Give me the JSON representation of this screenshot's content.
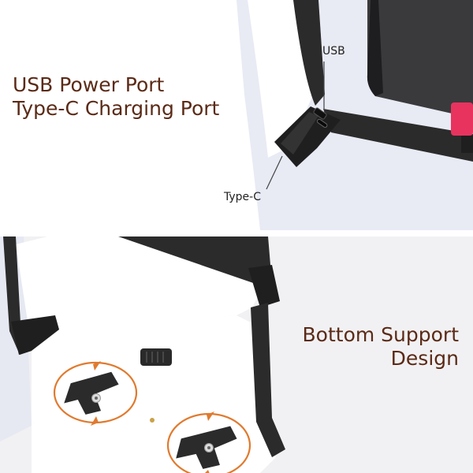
{
  "top_section": {
    "heading_lines": [
      "USB Power Port",
      "Type-C Charging Port"
    ],
    "callouts": {
      "usb": "USB",
      "type_c": "Type-C"
    }
  },
  "bottom_section": {
    "heading_lines": [
      "Bottom Support",
      "Design"
    ]
  },
  "colors": {
    "heading_text": "#5b2a16",
    "accent_arrows": "#e07a2e",
    "frame": "#2b2b2b",
    "light_panel": "#ffffff",
    "background_shade": "#e6e8f2",
    "mount_pink": "#e8335f"
  },
  "icons": [
    "rotate-arrow-icon"
  ]
}
